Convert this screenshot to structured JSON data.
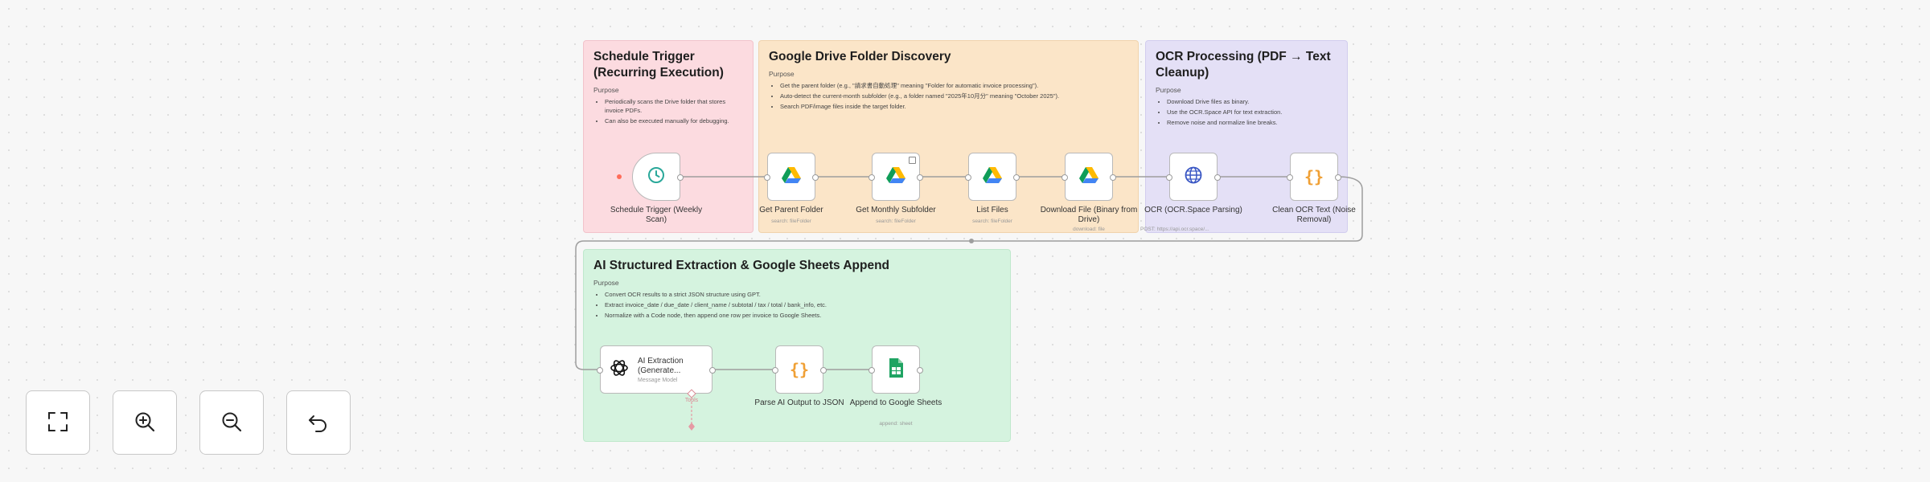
{
  "stickies": {
    "schedule": {
      "title": "Schedule Trigger (Recurring Execution)",
      "purpose": "Purpose",
      "bullets": [
        "Periodically scans the Drive folder that stores invoice PDFs.",
        "Can also be executed manually for debugging."
      ]
    },
    "drive": {
      "title": "Google Drive Folder Discovery",
      "purpose": "Purpose",
      "bullets": [
        "Get the parent folder (e.g., \"請求書自動処理\" meaning \"Folder for automatic invoice processing\").",
        "Auto-detect the current-month subfolder (e.g., a folder named \"2025年10月分\" meaning \"October 2025\").",
        "Search PDF/image files inside the target folder."
      ]
    },
    "ocr": {
      "title": "OCR Processing (PDF → Text Cleanup)",
      "purpose": "Purpose",
      "bullets": [
        "Download Drive files as binary.",
        "Use the OCR.Space API for text extraction.",
        "Remove noise and normalize line breaks."
      ]
    },
    "ai": {
      "title": "AI Structured Extraction & Google Sheets Append",
      "purpose": "Purpose",
      "bullets": [
        "Convert OCR results to a strict JSON structure using GPT.",
        "Extract invoice_date / due_date / client_name / subtotal / tax / total / bank_info, etc.",
        "Normalize with a Code node, then append one row per invoice to Google Sheets."
      ]
    }
  },
  "nodes": {
    "schedule_trigger": {
      "label": "Schedule Trigger (Weekly Scan)",
      "icon": "clock-icon"
    },
    "get_parent_folder": {
      "label": "Get Parent Folder",
      "sub": "search: fileFolder",
      "icon": "google-drive-icon"
    },
    "get_monthly_subfolder": {
      "label": "Get Monthly Subfolder",
      "sub": "search: fileFolder",
      "icon": "google-drive-icon"
    },
    "list_files": {
      "label": "List Files",
      "sub": "search: fileFolder",
      "icon": "google-drive-icon"
    },
    "download_file": {
      "label": "Download File (Binary from Drive)",
      "sub": "download: file",
      "icon": "google-drive-icon"
    },
    "ocr_space": {
      "label": "OCR (OCR.Space Parsing)",
      "sub": "POST: https://api.ocr.space/...",
      "icon": "globe-icon"
    },
    "clean_ocr": {
      "label": "Clean OCR Text (Noise Removal)",
      "icon": "code-braces-icon"
    },
    "ai_extraction": {
      "label": "AI Extraction (Generate...",
      "sub": "Message Model",
      "tools_label": "Tools",
      "icon": "openai-icon"
    },
    "parse_ai": {
      "label": "Parse AI Output to JSON",
      "icon": "code-braces-icon"
    },
    "append_sheets": {
      "label": "Append to Google Sheets",
      "sub": "append: sheet",
      "icon": "google-sheets-icon"
    }
  },
  "controls": {
    "fit_view": "fit-view-icon",
    "zoom_in": "zoom-in-icon",
    "zoom_out": "zoom-out-icon",
    "reset": "undo-icon"
  },
  "colors": {
    "sticky_red": "#fcdbe0",
    "sticky_orange": "#fbe5c8",
    "sticky_purple": "#e4e0f6",
    "sticky_green": "#d5f3df",
    "accent_red": "#ff6d5a",
    "teal": "#2aa89a",
    "code_orange": "#f0a035",
    "globe_blue": "#3a57c4",
    "sheets_green": "#1fa463"
  }
}
